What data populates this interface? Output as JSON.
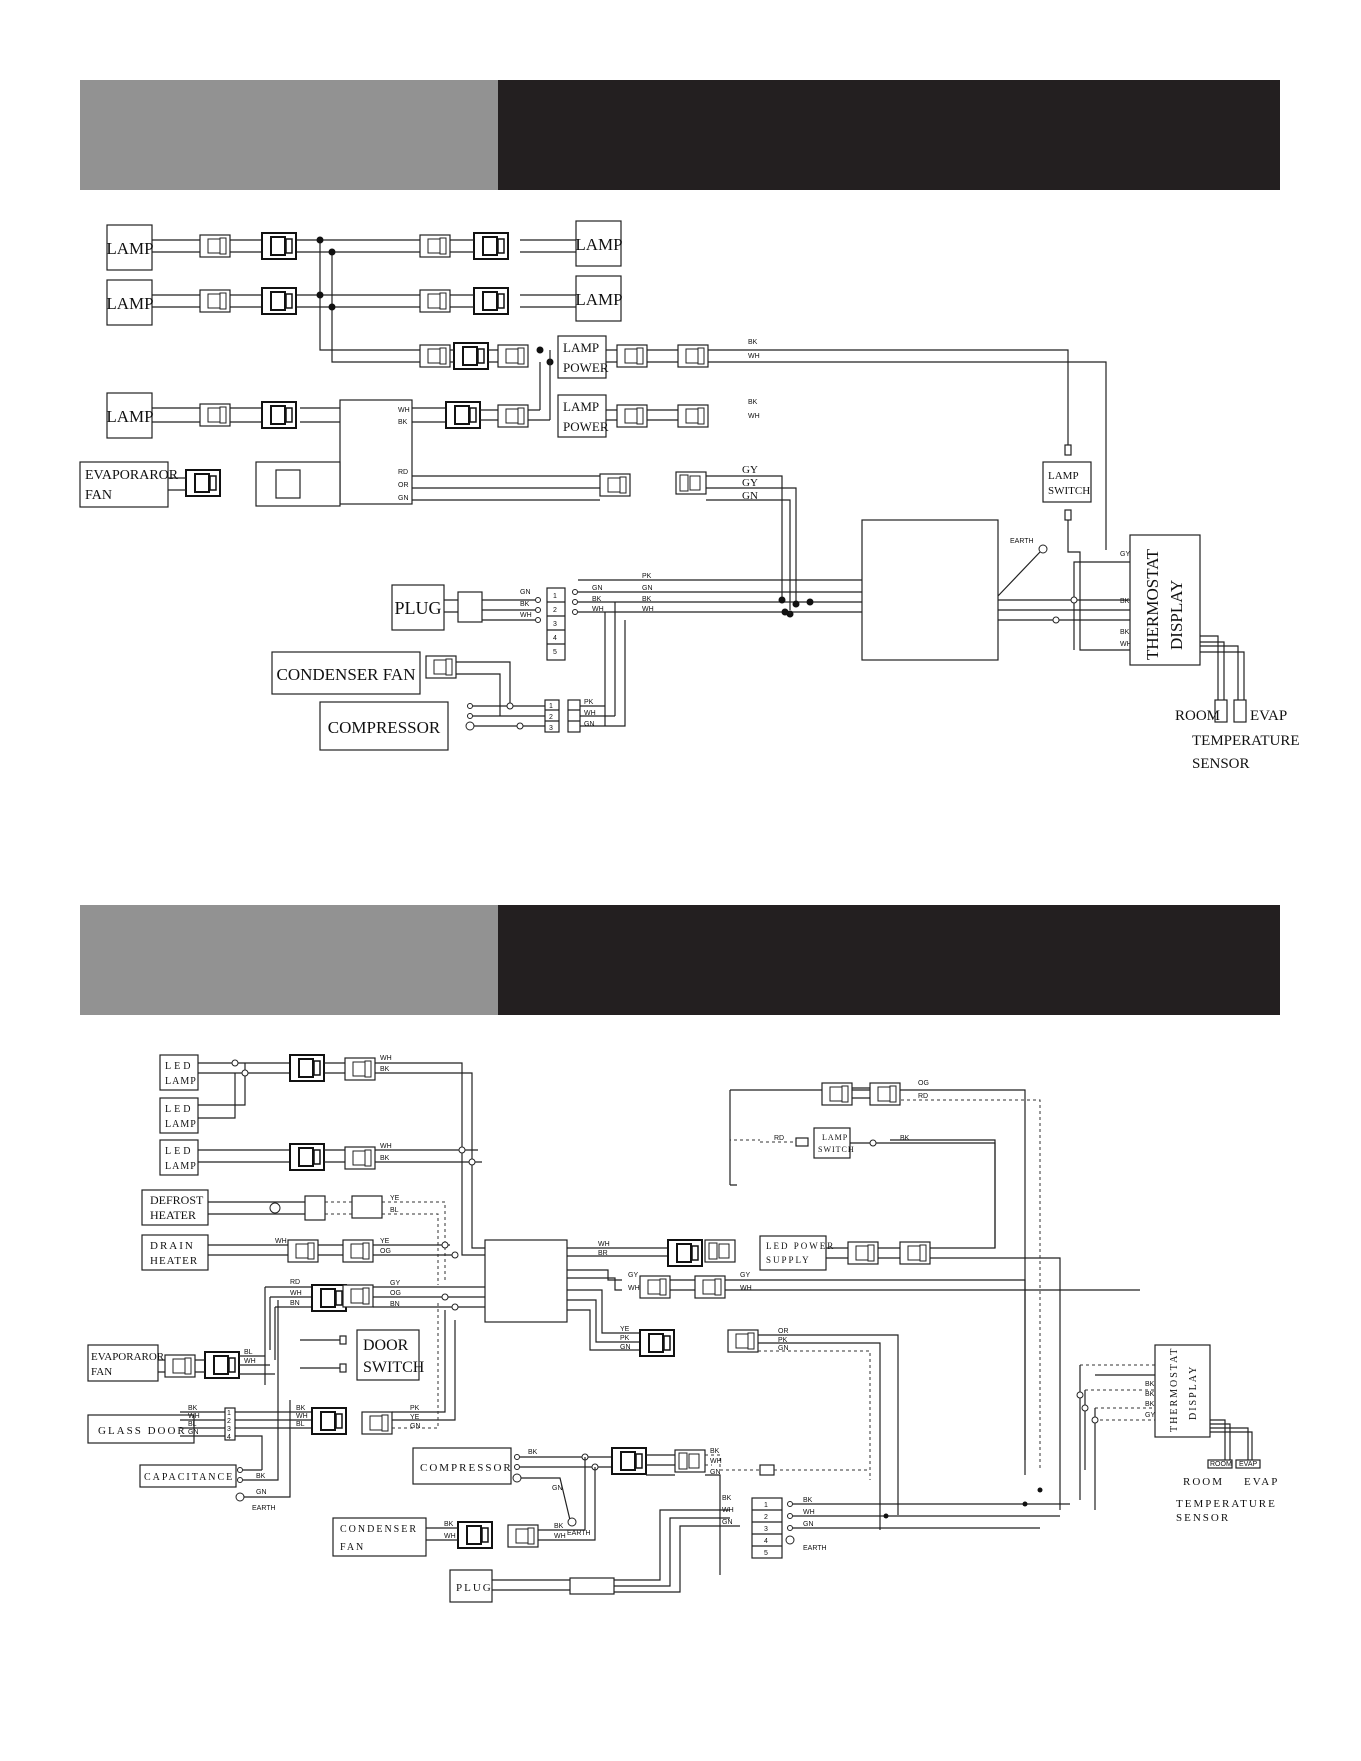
{
  "diagram1": {
    "labels": {
      "lamp_tl": "LAMP",
      "lamp_ml": "LAMP",
      "lamp_bl": "LAMP",
      "lamp_tr": "LAMP",
      "lamp_mr": "LAMP",
      "evap1": "EVAPORAROR",
      "evap2": "FAN",
      "lp1a": "LAMP",
      "lp1b": "POWER",
      "lp2a": "LAMP",
      "lp2b": "POWER",
      "ls1": "LAMP",
      "ls2": "SWITCH",
      "plug": "PLUG",
      "cond_fan": "CONDENSER FAN",
      "compressor": "COMPRESSOR",
      "thermo1": "THERMOSTAT",
      "thermo2": "DISPLAY",
      "earth": "EARTH",
      "room": "ROOM",
      "evap_s": "EVAP",
      "temp": "TEMPERATURE",
      "sensor": "SENSOR"
    },
    "wires": {
      "bk1": "BK",
      "wh1": "WH",
      "bk2": "BK",
      "wh2": "WH",
      "ctl_wh": "WH",
      "ctl_bk": "BK",
      "ctl_rd": "RD",
      "ctl_or": "OR",
      "ctl_gn": "GN",
      "gy1": "GY",
      "gy2": "GY",
      "gn1": "GN",
      "pk": "PK",
      "gn2": "GN",
      "bk3": "BK",
      "wh3": "WH",
      "gn_p": "GN",
      "bk_p": "BK",
      "wh_p": "WH",
      "gn_l": "GN",
      "bk_l": "BK",
      "wh_l": "WH",
      "t_gy": "GY",
      "t_bk1": "BK",
      "t_bk2": "BK",
      "t_wh": "WH",
      "c_pk": "PK",
      "c_wh": "WH",
      "c_gn": "GN"
    },
    "terminals": [
      "1",
      "2",
      "3",
      "4",
      "5"
    ],
    "comp_terms": [
      "1",
      "2",
      "3"
    ]
  },
  "diagram2": {
    "labels": {
      "led1a": "LED",
      "led1b": "LAMP",
      "led2a": "LED",
      "led2b": "LAMP",
      "led3a": "LED",
      "led3b": "LAMP",
      "defrost1": "DEFROST",
      "defrost2": "HEATER",
      "drain1": "DRAIN",
      "drain2": "HEATER",
      "evap1": "EVAPORAROR",
      "evap2": "FAN",
      "door1": "DOOR",
      "door2": "SWITCH",
      "glass": "GLASS DOOR",
      "cap": "CAPACITANCE",
      "earth1": "EARTH",
      "compressor": "COMPRESSOR",
      "earth2": "EARTH",
      "cond1": "CONDENSER",
      "cond2": "FAN",
      "plug": "PLUG",
      "ls1": "LAMP",
      "ls2": "SWITCH",
      "ledps1": "LED POWER",
      "ledps2": "SUPPLY",
      "thermo1": "THERMOSTAT",
      "thermo2": "DISPLAY",
      "room": "ROOM",
      "evap_s": "EVAP",
      "temp": "TEMPERATURE",
      "sensor": "SENSOR",
      "earth3": "EARTH"
    },
    "wires": {
      "og": "OG",
      "rd": "RD",
      "rd2": "RD",
      "bk_ls": "BK",
      "wh_l1": "WH",
      "bk_l1": "BK",
      "wh_l3": "WH",
      "bk_l3": "BK",
      "ye": "YE",
      "bl": "BL",
      "wh_dh": "WH",
      "ye_dh": "YE",
      "og_dh": "OG",
      "rd_e": "RD",
      "wh_e": "WH",
      "bn_e": "BN",
      "gy_e": "GY",
      "og_e": "OG",
      "bn_e2": "BN",
      "bl_f": "BL",
      "wh_f": "WH",
      "wh_ps": "WH",
      "br_ps": "BR",
      "gy_c": "GY",
      "wh_c": "WH",
      "gy_c2": "GY",
      "wh_c2": "WH",
      "ye_c": "YE",
      "pk_c": "PK",
      "gn_c": "GN",
      "or_c": "OR",
      "pk_c2": "PK",
      "gn_c2": "GN",
      "g_bk": "BK",
      "g_wh": "WH",
      "g_bl": "BL",
      "g_gn": "GN",
      "g_bk2": "BK",
      "g_wh2": "WH",
      "g_bl2": "BL",
      "cap_bk": "BK",
      "cap_gn": "GN",
      "pk_d": "PK",
      "ye_d": "YE",
      "gn_d": "GN",
      "comp_bk": "BK",
      "comp_gn": "GN",
      "cm_bk": "BK",
      "cm_wh": "WH",
      "cm_gn": "GN",
      "cf_bk": "BK",
      "cf_wh": "WH",
      "cf_bk2": "BK",
      "cf_wh2": "WH",
      "p_bk": "BK",
      "p_wh": "WH",
      "p_gn": "GN",
      "t_bk1": "BK",
      "t_bk2": "BK",
      "t_bk3": "BK",
      "t_gy": "GY",
      "tb_bk": "BK",
      "tb_wh": "WH",
      "tb_gn": "GN"
    },
    "glass_terms": [
      "1",
      "2",
      "3",
      "4"
    ],
    "terminals": [
      "1",
      "2",
      "3",
      "4",
      "5"
    ],
    "sensor_tags": [
      "ROOM",
      "EVAP"
    ]
  }
}
